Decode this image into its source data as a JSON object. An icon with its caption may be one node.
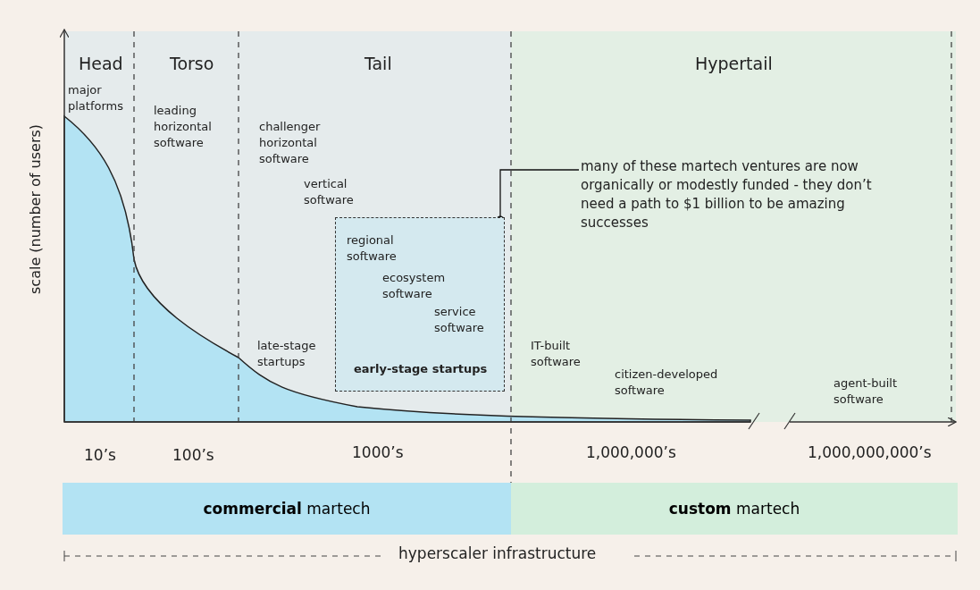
{
  "diagram": {
    "nodes": [
      {
        "text": [
          "regional software",
          "ecosystem software",
          "service software",
          "early-stage startups"
        ]
      },
      {
        "text": [
          "many of these martech ventures are now organically or modestly funded - they don’t need a path to $1 billion to be amazing successes"
        ]
      },
      {
        "text": [
          "**commercial** martech"
        ]
      },
      {
        "text": [
          "**custom** martech"
        ]
      }
    ],
    "edges": [
      {
        "from": 1,
        "to": 0,
        "arrow": "other"
      }
    ],
    "labels": [
      "Head",
      "Torso",
      "Tail",
      "Hypertail",
      "major platforms",
      "leading horizontal software",
      "challenger horizontal software",
      "vertical software",
      "late-stage startups",
      "IT-built software",
      "citizen-developed software",
      "agent-built software",
      "scale (number of users)",
      "10’s",
      "100’s",
      "1000’s",
      "1,000,000’s",
      "1,000,000,000’s",
      "hyperscaler infrastructure"
    ]
  }
}
